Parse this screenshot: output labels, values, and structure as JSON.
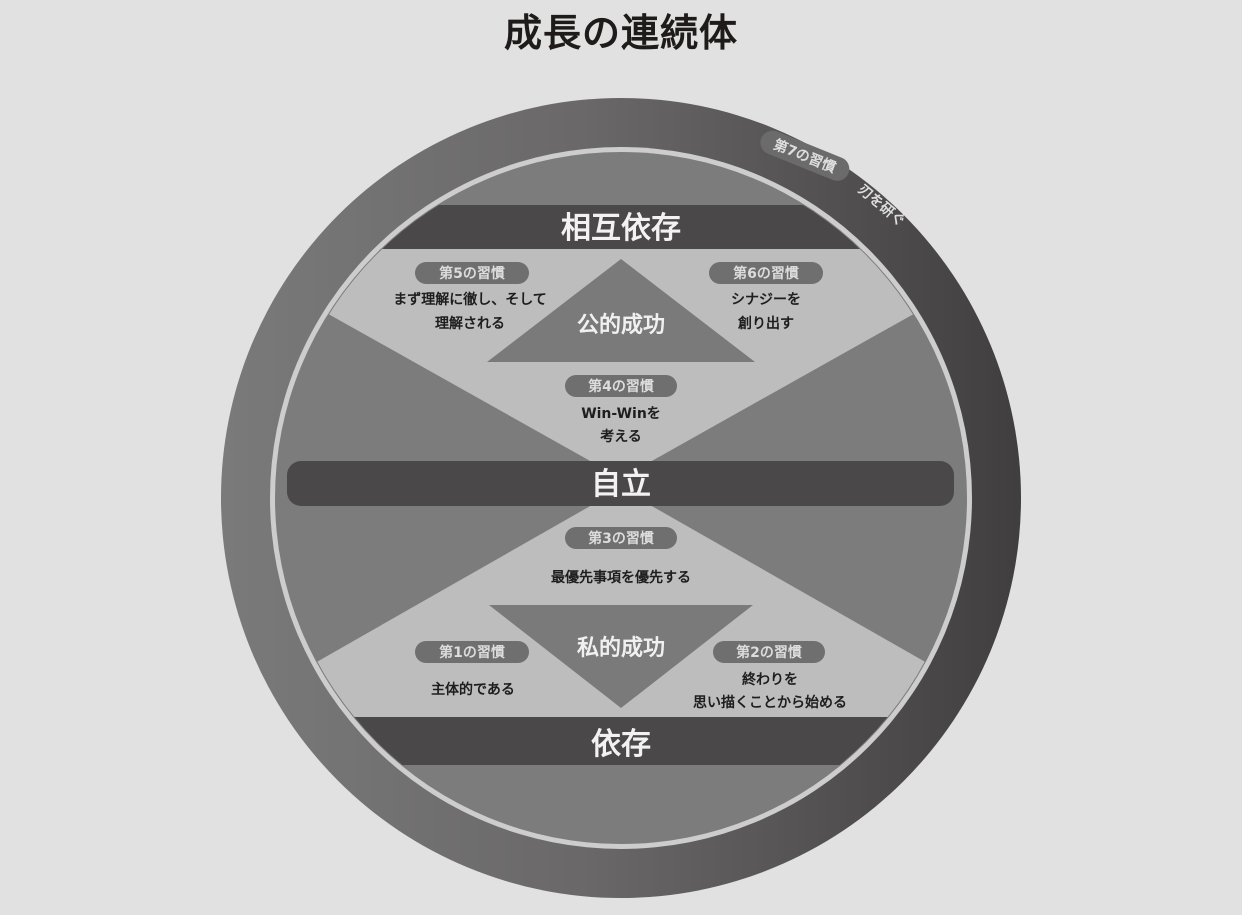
{
  "title": "成長の連続体",
  "colors": {
    "background": "#e1e1e1",
    "outer_ring": "#4f4d4d",
    "inner_fill": "#7c7c7c",
    "inner_border": "#c9c9c9",
    "light_region": "#bdbdbd",
    "band": "#4a4848",
    "success_triangle": "#7a7a7a",
    "pill": "#6f6f6f"
  },
  "outer_ring": {
    "habit_pill": "第7の習慣",
    "habit_text": "刃を研ぐ"
  },
  "bands": {
    "top": "相互依存",
    "middle": "自立",
    "bottom": "依存"
  },
  "success": {
    "public": "公的成功",
    "private": "私的成功"
  },
  "habits": {
    "h1": {
      "pill": "第1の習慣",
      "lines": [
        "主体的である"
      ]
    },
    "h2": {
      "pill": "第2の習慣",
      "lines": [
        "終わりを",
        "思い描くことから始める"
      ]
    },
    "h3": {
      "pill": "第3の習慣",
      "lines": [
        "最優先事項を優先する"
      ]
    },
    "h4": {
      "pill": "第4の習慣",
      "lines": [
        "Win-Winを",
        "考える"
      ]
    },
    "h5": {
      "pill": "第5の習慣",
      "lines": [
        "まず理解に徹し、そして",
        "理解される"
      ]
    },
    "h6": {
      "pill": "第6の習慣",
      "lines": [
        "シナジーを",
        "創り出す"
      ]
    }
  }
}
